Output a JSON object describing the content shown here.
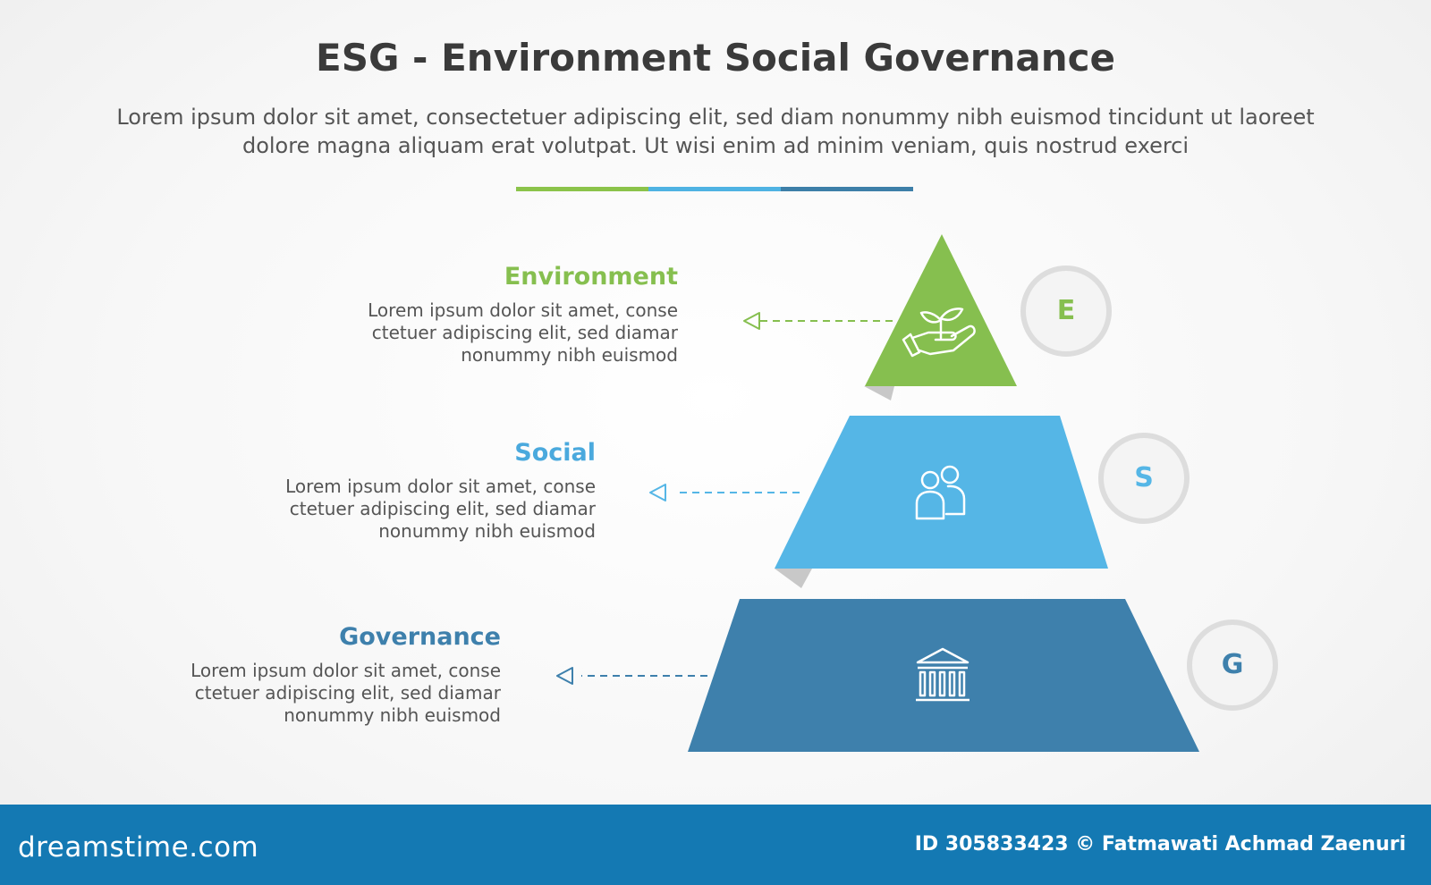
{
  "title": "ESG - Environment Social Governance",
  "subtitle": "Lorem ipsum dolor sit amet, consectetuer adipiscing elit, sed diam nonummy nibh euismod tincidunt ut laoreet dolore magna aliquam erat volutpat. Ut wisi enim ad minim veniam, quis nostrud exerci",
  "accent_colors": [
    "#8bc34a",
    "#4fb3e3",
    "#3d7fa8"
  ],
  "levels": [
    {
      "heading": "Environment",
      "letter": "E",
      "description": "Lorem ipsum dolor sit amet, conse ctetuer adipiscing elit, sed diamar nonummy nibh euismod",
      "color": "#86bf4f",
      "icon": "plant-in-hand-icon"
    },
    {
      "heading": "Social",
      "letter": "S",
      "description": "Lorem ipsum dolor sit amet, conse ctetuer adipiscing elit, sed diamar nonummy nibh euismod",
      "color": "#55b6e6",
      "icon": "people-icon"
    },
    {
      "heading": "Governance",
      "letter": "G",
      "description": "Lorem ipsum dolor sit amet, conse ctetuer adipiscing elit, sed diamar nonummy nibh euismod",
      "color": "#3e80ac",
      "icon": "government-building-icon"
    }
  ],
  "footer": {
    "logo": "dreamstime.com",
    "credit": "ID 305833423 © Fatmawati  Achmad Zaenuri"
  }
}
